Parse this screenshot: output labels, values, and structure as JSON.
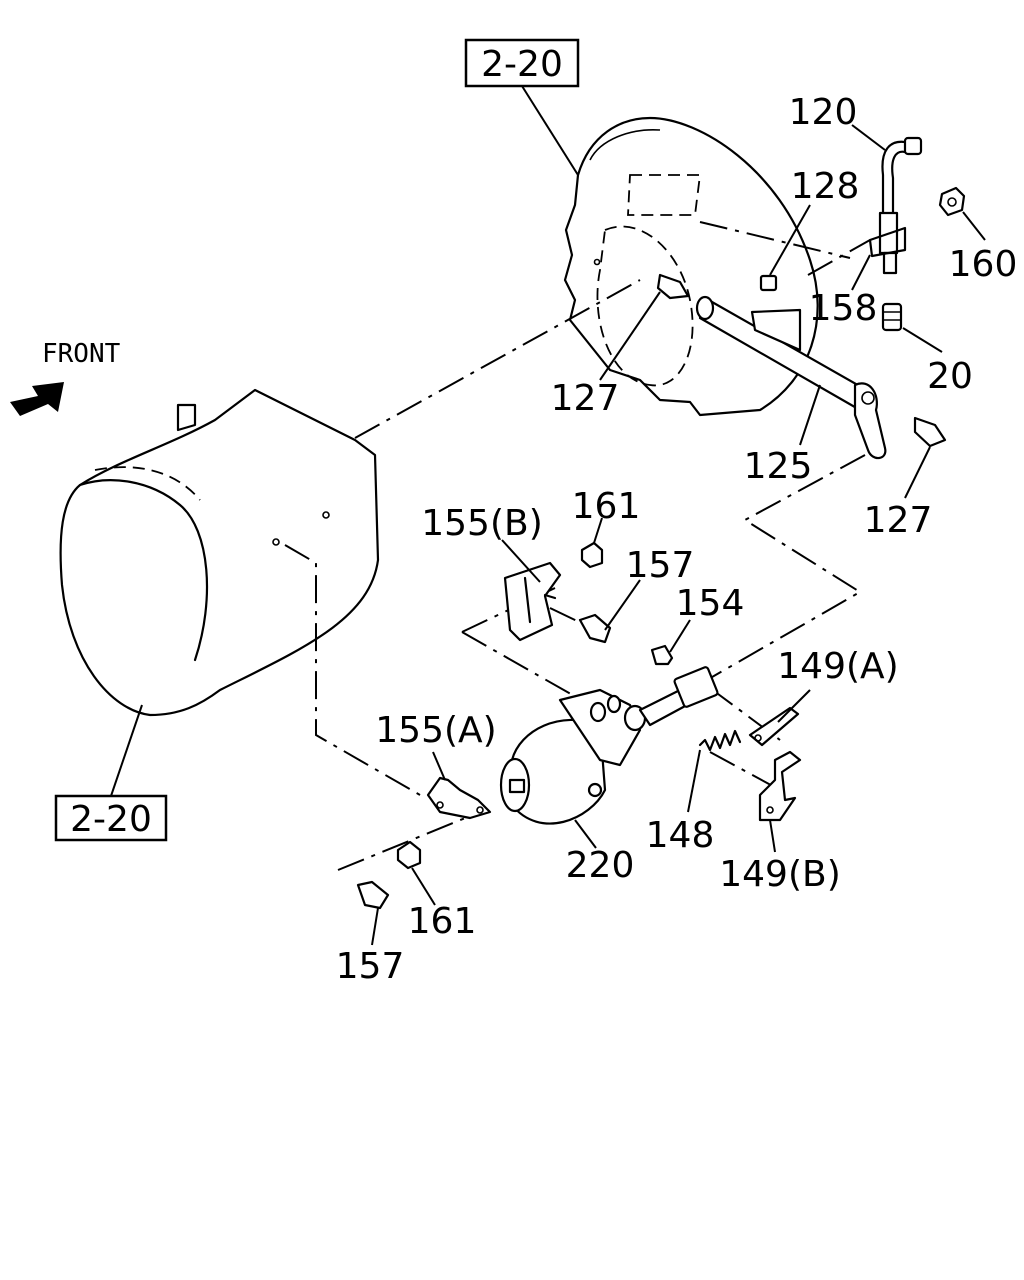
{
  "front_label": "FRONT",
  "reference_boxes": {
    "top": "2-20",
    "bottom": "2-20"
  },
  "part_labels": {
    "p120": "120",
    "p128": "128",
    "p160": "160",
    "p158": "158",
    "p20": "20",
    "p127_a": "127",
    "p127_b": "127",
    "p125": "125",
    "p155b": "155(B)",
    "p161_a": "161",
    "p157_a": "157",
    "p154": "154",
    "p149a": "149(A)",
    "p155a": "155(A)",
    "p220": "220",
    "p148": "148",
    "p149b": "149(B)",
    "p161_b": "161",
    "p157_b": "157"
  }
}
